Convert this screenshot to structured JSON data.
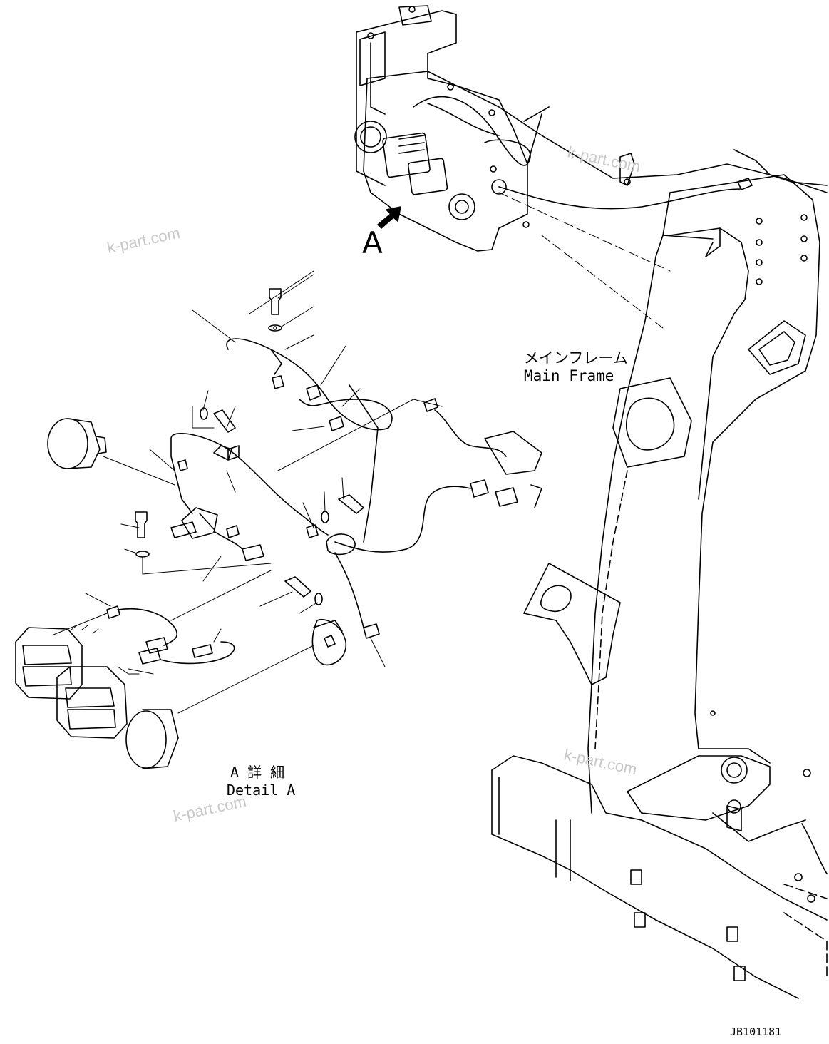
{
  "diagram": {
    "labels": {
      "view_marker": "A",
      "main_frame_jp": "メインフレーム",
      "main_frame_en": "Main Frame",
      "detail_jp": "A 詳 細",
      "detail_en": "Detail A",
      "drawing_number": "JB101181"
    },
    "watermarks": [
      "k-part.com",
      "k-part.com",
      "k-part.com",
      "k-part.com"
    ]
  }
}
